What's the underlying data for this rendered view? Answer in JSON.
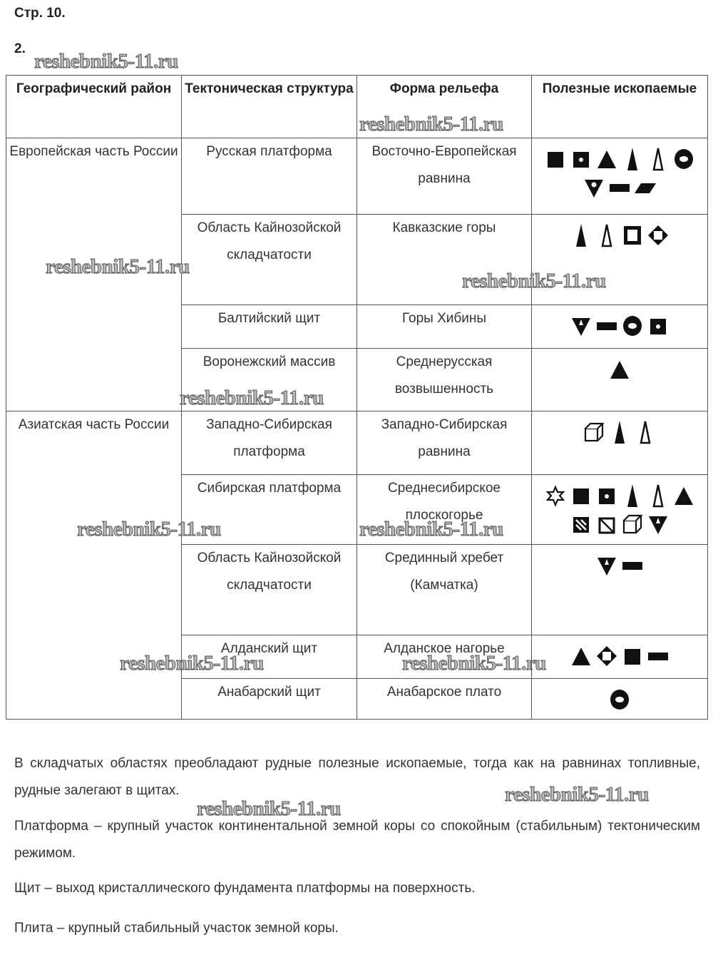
{
  "page_label": "Стр. 10.",
  "task_number": "2.",
  "watermark": "reshebnik5-11.ru",
  "table": {
    "headers": [
      "Географический район",
      "Тектоническая структура",
      "Форма рельефа",
      "Полезные ископаемые"
    ],
    "regions": [
      "Европейская часть России",
      "Азиатская часть России"
    ],
    "rows": [
      {
        "structure": "Русская платформа",
        "relief": "Восточно-Европейская равнина",
        "minerals": [
          "square-filled-icon",
          "square-dot-icon",
          "triangle-filled-icon",
          "cone-filled-icon",
          "cone-outline-icon",
          "ring-icon",
          "triangle-down-dot-icon",
          "bar-icon",
          "parallelogram-icon"
        ]
      },
      {
        "structure": "Область Кайнозойской складчатости",
        "relief": "Кавказские горы",
        "minerals": [
          "cone-filled-icon",
          "cone-outline-icon",
          "square-outline-icon",
          "diamond-outline-icon"
        ]
      },
      {
        "structure": "Балтийский щит",
        "relief": "Горы Хибины",
        "minerals": [
          "triangle-down-tri-icon",
          "bar-icon",
          "ring-icon",
          "square-dot-icon"
        ]
      },
      {
        "structure": "Воронежский массив",
        "relief": "Среднерусская возвышенность",
        "minerals": [
          "triangle-filled-icon"
        ]
      },
      {
        "structure": "Западно-Сибирская платформа",
        "relief": "Западно-Сибирская равнина",
        "minerals": [
          "cube-icon",
          "cone-filled-icon",
          "cone-outline-icon"
        ]
      },
      {
        "structure": "Сибирская платформа",
        "relief": "Среднесибирское плоскогорье",
        "minerals": [
          "star-icon",
          "square-filled-icon",
          "square-dot-icon",
          "cone-filled-icon",
          "cone-outline-icon",
          "triangle-filled-icon",
          "square-hatched-icon",
          "square-diagonal-icon",
          "cube-icon",
          "triangle-down-tri-icon"
        ]
      },
      {
        "structure": "Область Кайнозойской складчатости",
        "relief": "Срединный хребет (Камчатка)",
        "minerals": [
          "triangle-down-tri-icon",
          "bar-icon"
        ]
      },
      {
        "structure": "Алданский щит",
        "relief": "Алданское нагорье",
        "minerals": [
          "triangle-filled-icon",
          "diamond-outline-icon",
          "square-filled-icon",
          "bar-icon"
        ]
      },
      {
        "structure": "Анабарский щит",
        "relief": "Анабарское плато",
        "minerals": [
          "ring-icon"
        ]
      }
    ]
  },
  "paragraphs": [
    "В складчатых областях преобладают рудные полезные ископаемые, тогда как на равнинах топливные, рудные залегают в щитах.",
    "Платформа – крупный участок континентальной земной коры со спокойным (стабильным) тектоническим режимом.",
    "Щит – выход кристаллического фундамента платформы на поверхность.",
    "Плита – крупный стабильный участок земной коры."
  ]
}
